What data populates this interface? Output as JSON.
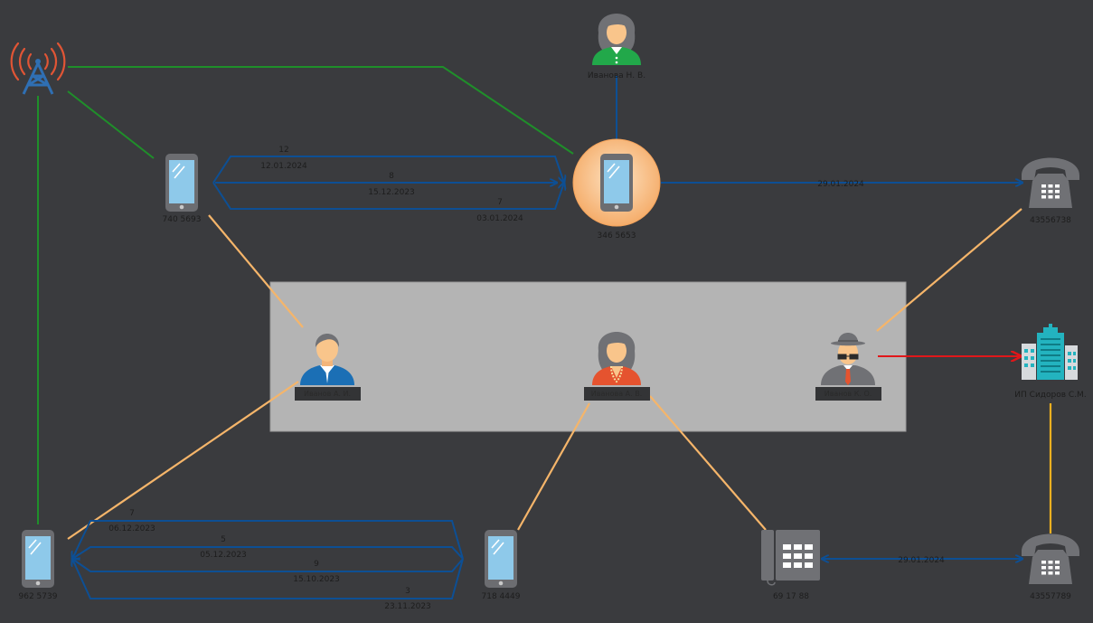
{
  "colors": {
    "background": "#3a3b3e",
    "group_box": "#b4b4b4",
    "call_edge": "#0d4f94",
    "cell_edge": "#1f8f2a",
    "owner_edge": "#f5b56a",
    "org_edge": "#e0171a",
    "phone_edge": "#f0b020",
    "center_halo": "#f9c58b"
  },
  "nodes": {
    "tower": {
      "icon": "cell-tower-icon"
    },
    "phone_top": {
      "label": "740 5693",
      "icon": "smartphone-icon"
    },
    "phone_center": {
      "label": "346 5653",
      "icon": "smartphone-icon"
    },
    "phone_bottom_left": {
      "label": "962 5739",
      "icon": "smartphone-icon"
    },
    "phone_bottom_mid": {
      "label": "718 4449",
      "icon": "smartphone-icon"
    },
    "landline_right_top": {
      "label": "43556738",
      "icon": "desk-phone-icon"
    },
    "landline_right_bottom": {
      "label": "43557789",
      "icon": "desk-phone-icon"
    },
    "office_phone": {
      "label": "69 17 88",
      "icon": "office-phone-icon"
    },
    "company": {
      "label": "ИП Сидоров С.М.",
      "icon": "office-building-icon"
    },
    "person_top": {
      "label": "Иванова Н. В.",
      "icon": "woman-green-icon"
    },
    "person_left": {
      "label": "Иванов А. И.",
      "icon": "man-blue-icon"
    },
    "person_mid": {
      "label": "Иванова А. В.",
      "icon": "woman-red-icon"
    },
    "person_right": {
      "label": "Иванов К. О.",
      "icon": "spy-icon"
    }
  },
  "edges": {
    "call_1": {
      "count": "12",
      "date": "12.01.2024"
    },
    "call_2": {
      "count": "8",
      "date": "15.12.2023"
    },
    "call_3": {
      "count": "7",
      "date": "03.01.2024"
    },
    "call_4": {
      "date": "29.01.2024"
    },
    "call_5": {
      "count": "7",
      "date": "06.12.2023"
    },
    "call_6": {
      "count": "5",
      "date": "05.12.2023"
    },
    "call_7": {
      "count": "9",
      "date": "15.10.2023"
    },
    "call_8": {
      "count": "3",
      "date": "23.11.2023"
    },
    "call_9": {
      "date": "29.01.2024"
    }
  }
}
